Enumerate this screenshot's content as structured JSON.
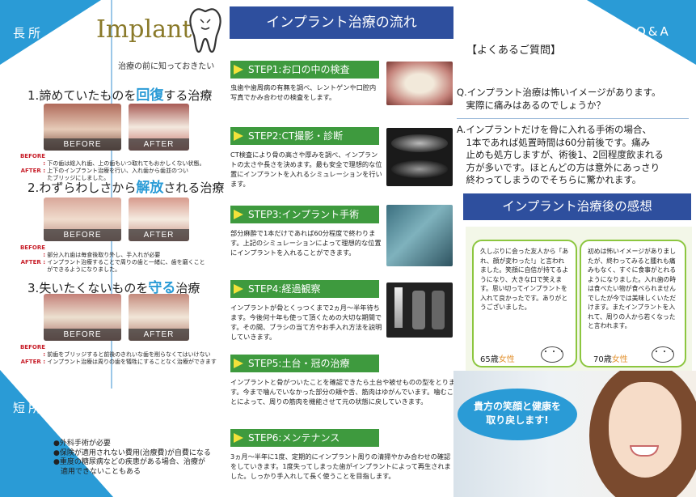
{
  "corners": {
    "merits": "長所",
    "qa": "Q&A",
    "demerits": "短所"
  },
  "header": {
    "logo": "Implant",
    "tagline": "治療の前に知っておきたい"
  },
  "sections": [
    {
      "prefix": "1.",
      "pre": "諦めていたものを",
      "highlight": "回復",
      "post": "する治療",
      "before_label": "BEFORE",
      "after_label": "AFTER",
      "before_tag": "BEFORE :",
      "before_desc": "下の歯は総入れ歯、上の歯もいつ取れてもおかしくない状態。",
      "after_tag": "AFTER :",
      "after_desc": "上下のインプラント治療を行い、入れ歯から歯並のついたブリッジにしました。"
    },
    {
      "prefix": "2.",
      "pre": "わずらわしさから",
      "highlight": "解放",
      "post": "される治療",
      "before_label": "BEFORE",
      "after_label": "AFTER",
      "before_tag": "BEFORE :",
      "before_desc": "部分入れ歯は毎食後取り外し、手入れが必要",
      "after_tag": "AFTER :",
      "after_desc": "インプラント治療することで周りの歯と一緒に、歯を磨くことができるようになりました。"
    },
    {
      "prefix": "3.",
      "pre": "失いたくないものを",
      "highlight": "守る",
      "post": "治療",
      "before_label": "BEFORE",
      "after_label": "AFTER",
      "before_tag": "BEFORE :",
      "before_desc": "前歯をブリッジすると前後のきれいな歯を削らなくてはいけない",
      "after_tag": "AFTER :",
      "after_desc": "インプラント治療は周りの歯を犠牲にすることなく治療ができます"
    }
  ],
  "demerits": {
    "items": [
      "●外科手術が必要",
      "●保険が適用されない費用(治療費)が自費になる",
      "●重度の糖尿病などの疾患がある場合、治療が",
      "　適用できないこともある"
    ]
  },
  "flow": {
    "title": "インプラント治療の流れ",
    "steps": [
      {
        "label": "STEP1:お口の中の検査",
        "text": "虫歯や歯周病の有無を調べ、レントゲンや口腔内写真でかみ合わせの検査をします。"
      },
      {
        "label": "STEP2:CT撮影・診断",
        "text": "CT検査により骨の高さや厚みを調べ、インプラントの太さや長さを決めます。最も安全で理想的な位置にインプラントを入れるシミュレーションを行います。"
      },
      {
        "label": "STEP3:インプラント手術",
        "text": "部分麻酔で1本だけであれば60分程度で終わります。上記のシミュレーションによって理想的な位置にインプラントを入れることができます。"
      },
      {
        "label": "STEP4:経過観察",
        "text": "インプラントが骨とくっつくまで2ヵ月～半年待ちます。今後何十年も使って頂くための大切な期間です。その間、ブラシの当て方やお手入れ方法を説明していきます。"
      },
      {
        "label": "STEP5:土台・冠の治療",
        "text": "インプラントと骨がついたことを確認できたら土台や被せものの型をとります。今まで噛んでいなかった部分の頬や舌、筋肉はゆがんでいます。噛むことによって、周りの筋肉を機能させて元の状態に戻していきます。"
      },
      {
        "label": "STEP6:メンテナンス",
        "text": "3ヵ月～半年に1度、定期的にインプラント周りの清掃やかみ合わせの確認をしていきます。1度失ってしまった歯がインプラントによって再生されました。しっかり手入れして長く使うことを目指します。"
      }
    ]
  },
  "qa": {
    "heading": "【よくあるご質問】",
    "q_lines": [
      "Q.インプラント治療は怖いイメージがあります。",
      "　実際に痛みはあるのでしょうか？"
    ],
    "a_lines": [
      "A.インプラントだけを骨に入れる手術の場合、",
      "　1本であれば処置時間は60分前後です。痛み",
      "　止めも処方しますが、術後1、2回程度飲まれる",
      "　方が多いです。ほとんどの方は意外にあっさり",
      "　終わってしまうのでそちらに驚かれます。"
    ]
  },
  "testimonials": {
    "title": "インプラント治療後の感想",
    "items": [
      {
        "text": "久しぶりに会った友人から「あれ、顔が変わった!」と言われました。笑顔に自信が持てるようになり、大きな口で笑えます。思い切ってインプラントを入れて良かったです。ありがとうございました。",
        "age": "65歳",
        "sex": "女性"
      },
      {
        "text": "初めは怖いイメージがありましたが、終わってみると腫れも痛みもなく、すぐに食事がとれるようになりました。入れ歯の時は食べたい物が食べられませんでしたが今では美味しくいただけます。またインプラントを入れて、周りの人から若くなったと言われます。",
        "age": "70歳",
        "sex": "女性"
      }
    ],
    "icon_dots": "・・・"
  },
  "banner": {
    "lines": [
      "貴方の笑顔と健康を",
      "取り戻します!"
    ]
  },
  "colors": {
    "blue": "#2e4f9e",
    "light_blue": "#2a9bd6",
    "green": "#3e9a3e",
    "red": "#c8202b",
    "orange": "#e3922f",
    "yellow": "#f3e23a"
  }
}
